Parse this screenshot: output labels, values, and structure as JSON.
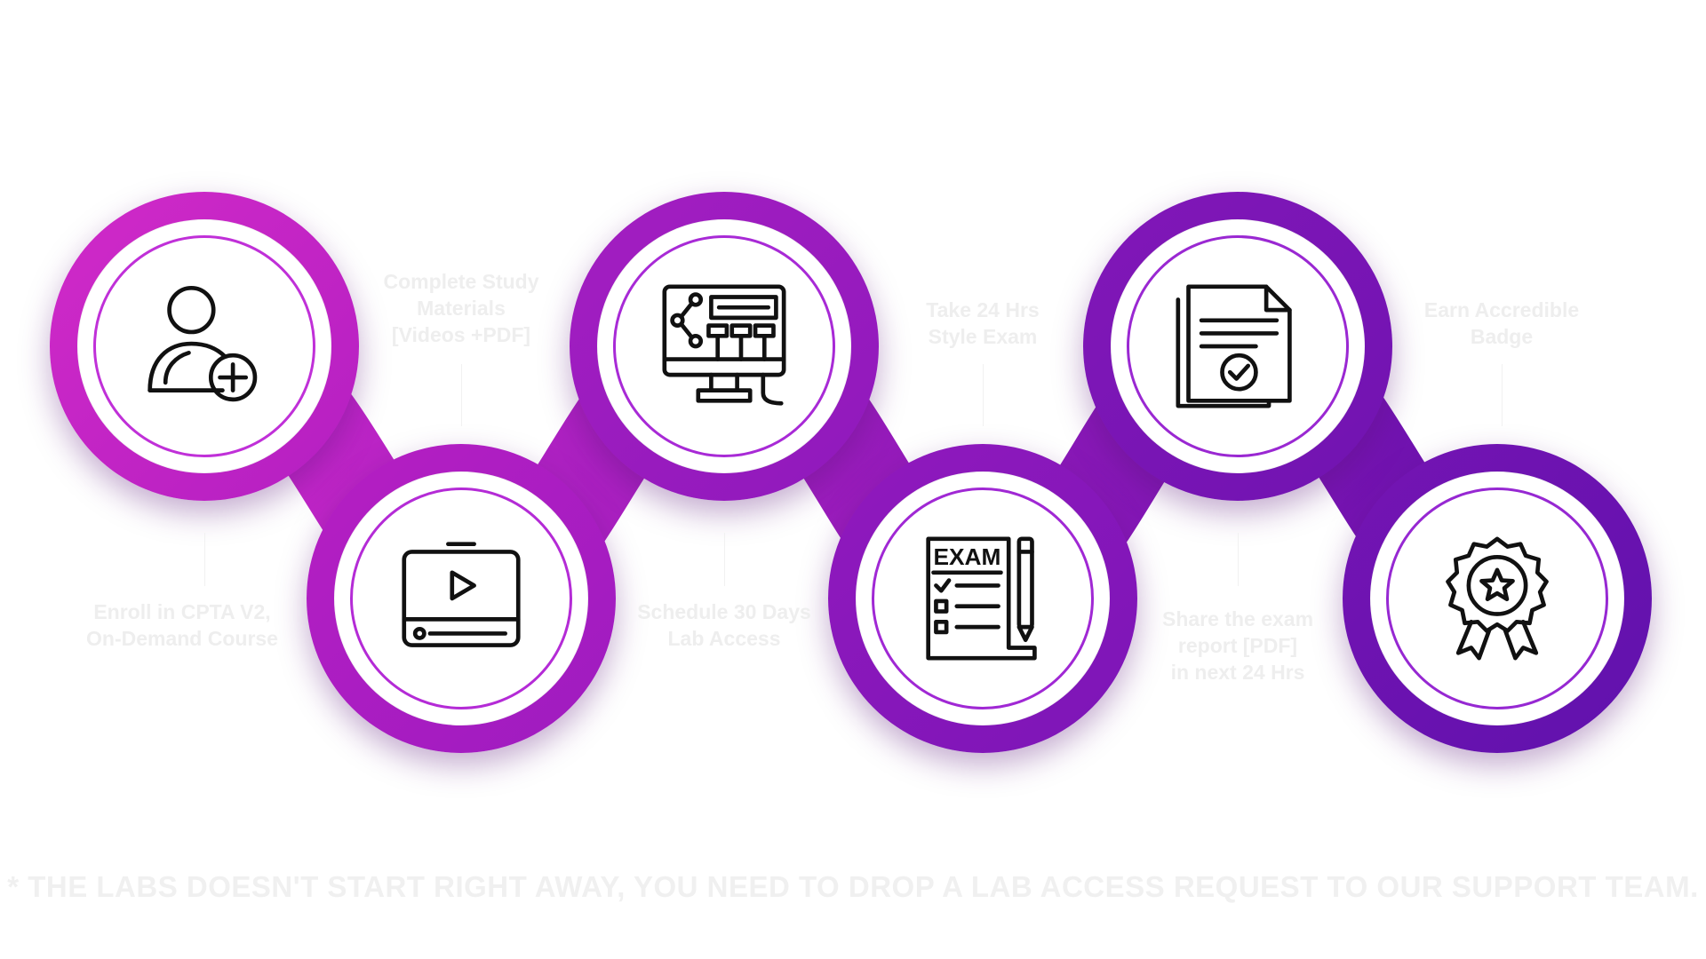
{
  "steps": [
    {
      "label": "Enroll in CPTA V2,\nOn-Demand Course",
      "icon": "add-user-icon",
      "color": "#c324c8"
    },
    {
      "label": "Complete Study\nMaterials\n[Videos +PDF]",
      "icon": "video-player-icon",
      "color": "#ad20c4"
    },
    {
      "label": "Schedule 30 Days\nLab Access",
      "icon": "computer-network-icon",
      "color": "#9a1cc0"
    },
    {
      "label": "Take 24 Hrs\nStyle Exam",
      "icon": "exam-paper-icon",
      "color": "#8a18bb"
    },
    {
      "label": "Share the exam\nreport [PDF]\nin next 24 Hrs",
      "icon": "certified-document-icon",
      "color": "#7a14b6"
    },
    {
      "label": "Earn Accredible\nBadge",
      "icon": "award-badge-icon",
      "color": "#6c12b0"
    }
  ],
  "footnote": "* THE LABS DOESN'T START RIGHT AWAY, YOU NEED TO DROP A LAB ACCESS REQUEST TO OUR SUPPORT TEAM.",
  "colors": {
    "ring_inner": "#c030d8",
    "icon_stroke": "#111111"
  }
}
